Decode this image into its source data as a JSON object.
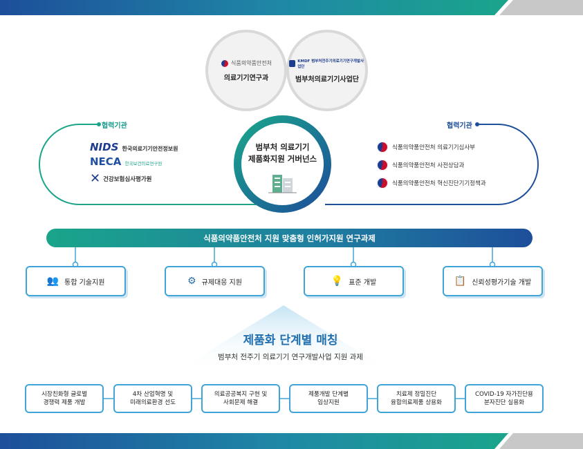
{
  "top_circles": [
    {
      "sub": "식품의약품안전처",
      "main": "의료기기연구과",
      "logo_icon": "mfds-taegeuk-icon"
    },
    {
      "sub": "KMDF 범부처전주기의료기기연구개발사업단",
      "main": "범부처의료기기사업단",
      "logo_icon": "kmdf-logo-icon"
    }
  ],
  "center": {
    "line1": "범부처 의료기기",
    "line2": "제품화지원 거버넌스"
  },
  "left_partners": {
    "label": "협력기관",
    "items": [
      {
        "logo": "NIDS",
        "name": "한국의료기기안전정보원"
      },
      {
        "logo": "NECA",
        "name": "한국보건의료연구원"
      },
      {
        "logo": "",
        "name": "건강보험심사평가원"
      }
    ]
  },
  "right_partners": {
    "label": "협력기관",
    "items": [
      "식품의약품안전처 의료기기심사부",
      "식품의약품안전처 사전상담과",
      "식품의약품안전처 혁신진단기기정책과"
    ]
  },
  "banner": "식품의약품안전처 지원 맞춤형 인허가지원 연구과제",
  "services": [
    {
      "label": "통합 기술지원",
      "icon": "people-icon"
    },
    {
      "label": "규제대응 지원",
      "icon": "gear-people-icon"
    },
    {
      "label": "표준 개발",
      "icon": "lightbulb-hand-icon"
    },
    {
      "label": "신뢰성평가기술 개발",
      "icon": "document-check-icon"
    }
  ],
  "matching": {
    "title": "제품화 단계별 매칭",
    "subtitle": "범부처 전주기 의료기기 연구개발사업 지원 과제"
  },
  "steps": [
    {
      "line1": "시장친화형 글로벌",
      "line2": "경쟁력 제품 개발"
    },
    {
      "line1": "4차 산업혁명 및",
      "line2": "미래의료환경 선도"
    },
    {
      "line1": "의료공공복지 구현 및",
      "line2": "사회문제 해결"
    },
    {
      "line1": "제품개발 단계별",
      "line2": "임상지원"
    },
    {
      "line1": "치료제 정밀진단",
      "line2": "융합의료제품 상용화"
    },
    {
      "line1": "COVID-19 자가진단용",
      "line2": "분자진단 실용화"
    }
  ],
  "colors": {
    "teal": "#1aa58b",
    "blue": "#1d4f9a",
    "light_blue": "#3fa4d8",
    "gray": "#d9d9d9"
  }
}
